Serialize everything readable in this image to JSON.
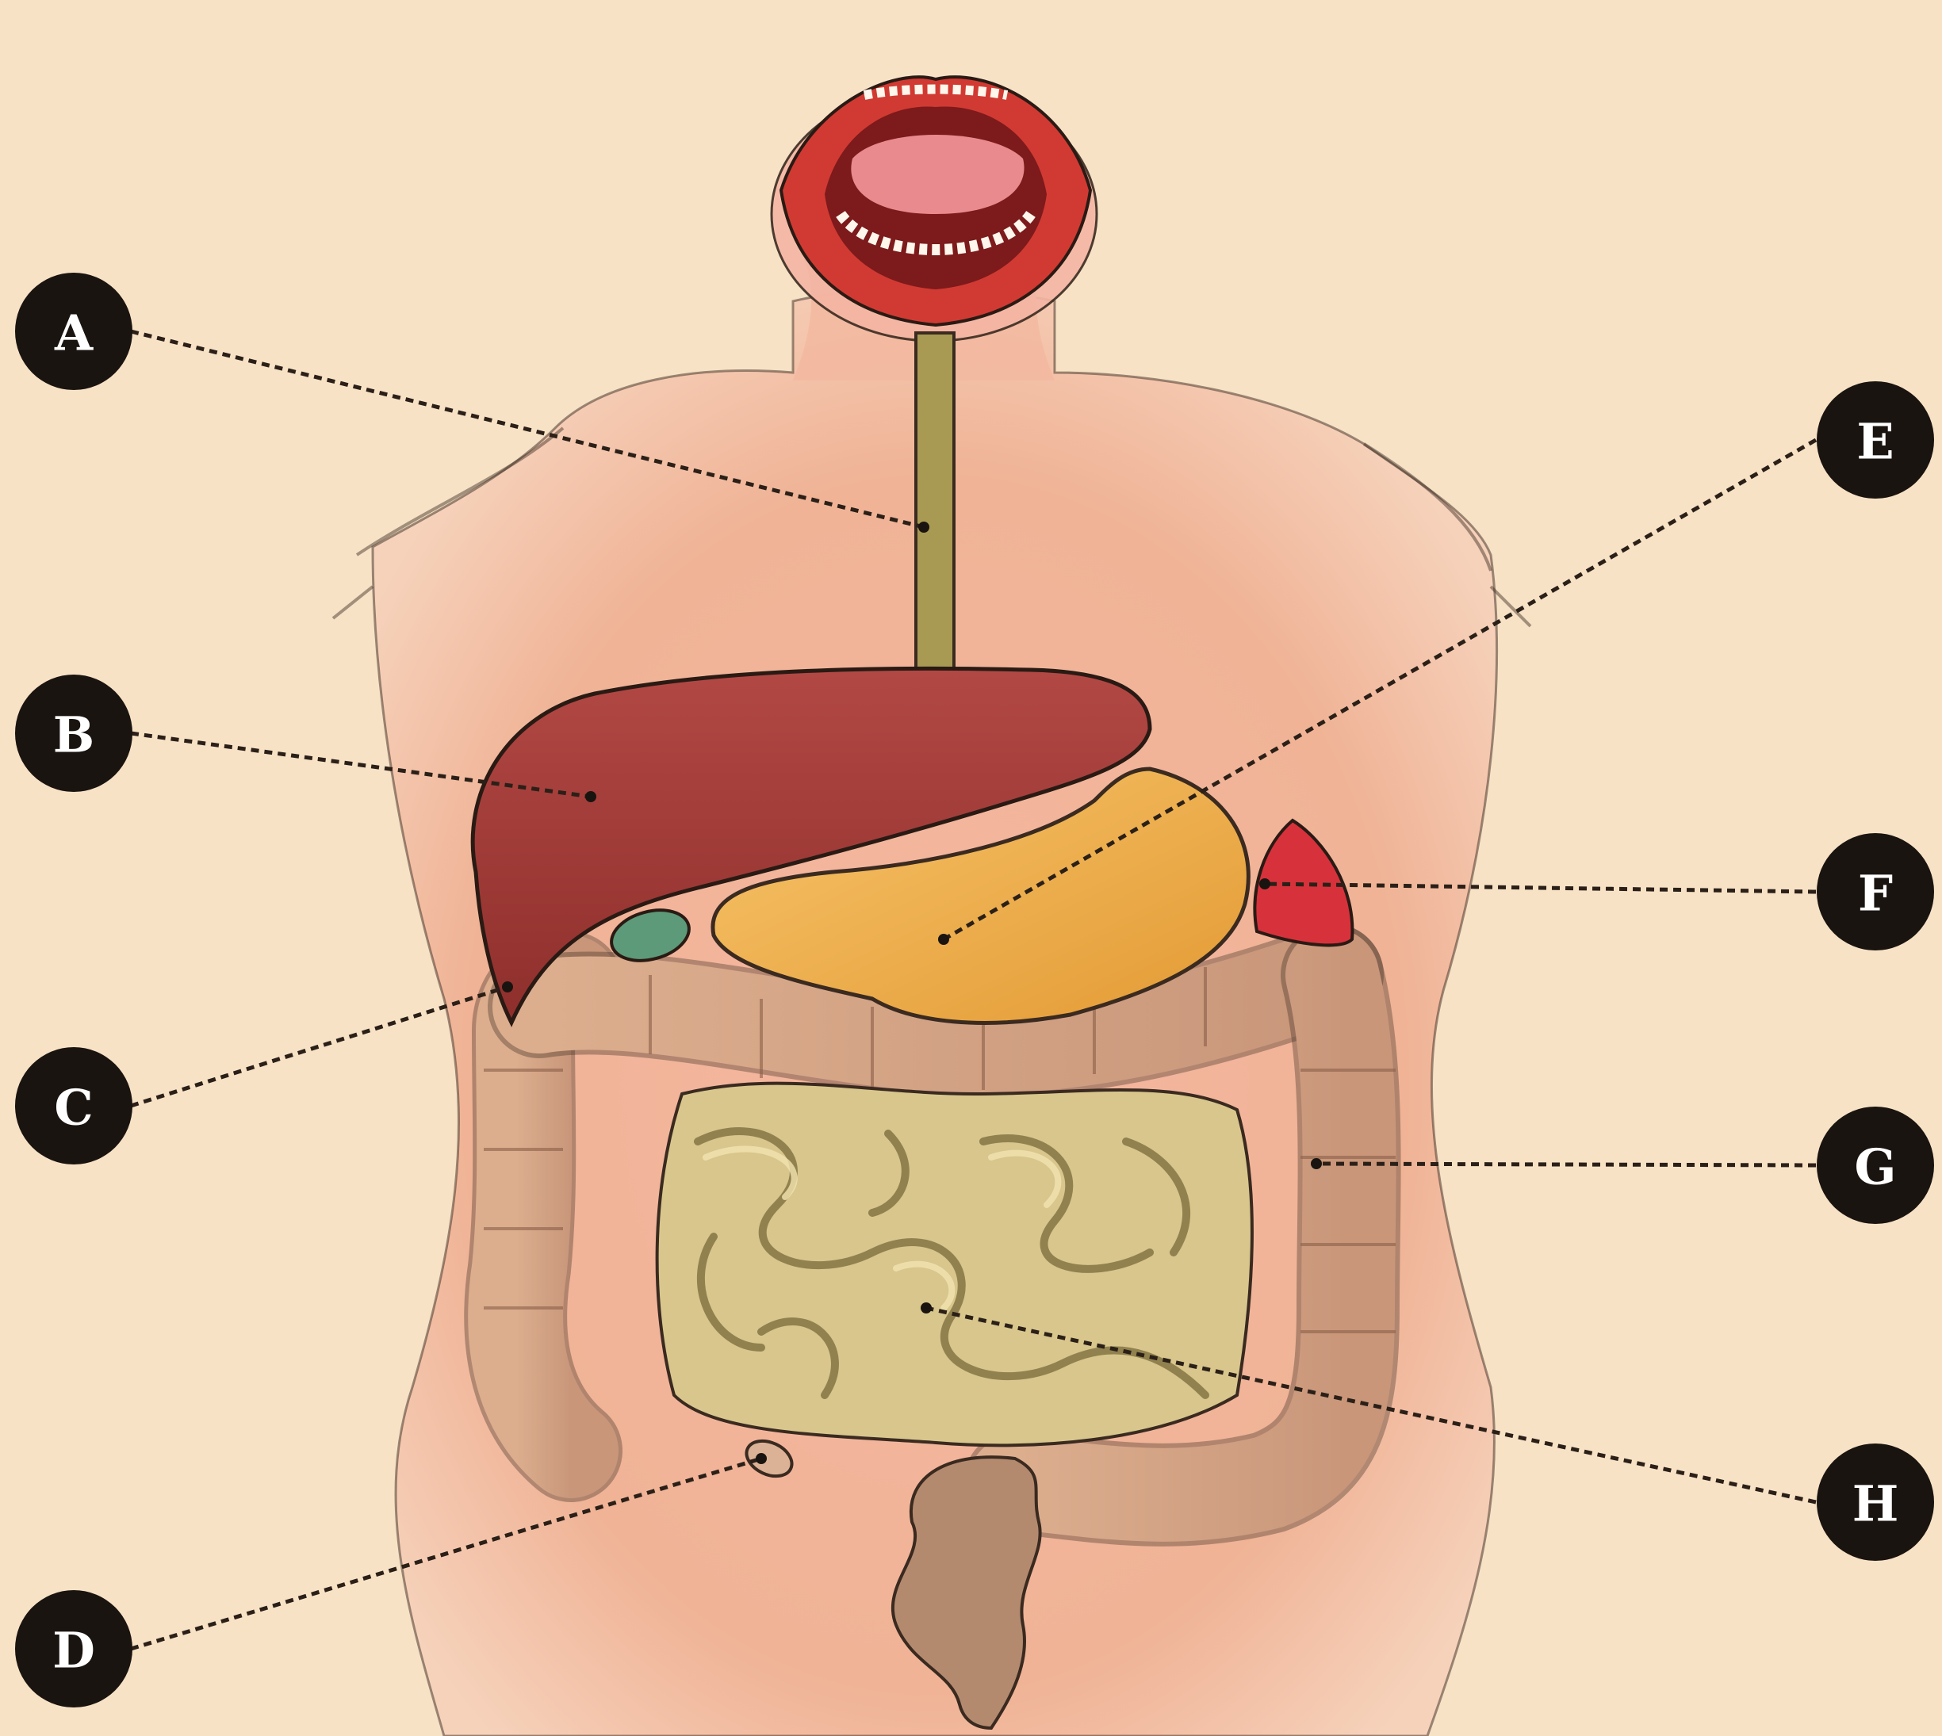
{
  "labels": {
    "a": "A",
    "b": "B",
    "c": "C",
    "d": "D",
    "e": "E",
    "f": "F",
    "g": "G",
    "h": "H"
  },
  "colors": {
    "background": "#f8e2c6",
    "skin": "#f2b9a0",
    "liver": "#a23a36",
    "stomach": "#eeab48",
    "gallbladder": "#5c9a7a",
    "spleen": "#d7323b",
    "large_intestine": "#d6a585",
    "small_intestine": "#d8c68c",
    "rectum": "#b48a6f",
    "esophagus": "#a89a52",
    "badge": "#1a1410",
    "leader_line": "#2b2018"
  }
}
